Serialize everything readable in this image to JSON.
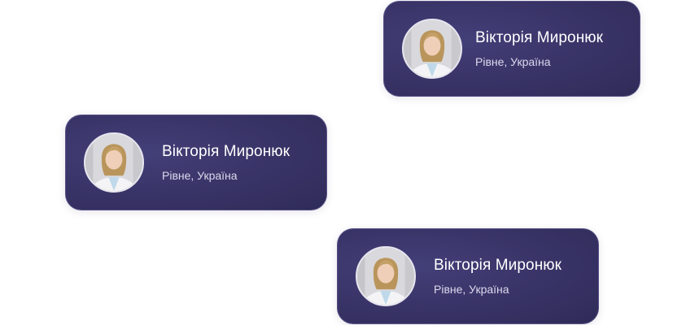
{
  "profiles": [
    {
      "name": "Вікторія Миронюк",
      "location": "Рівне, Україна",
      "avatar_icon": "person-photo"
    },
    {
      "name": "Вікторія Миронюк",
      "location": "Рівне, Україна",
      "avatar_icon": "person-photo"
    },
    {
      "name": "Вікторія Миронюк",
      "location": "Рівне, Україна",
      "avatar_icon": "person-photo"
    }
  ],
  "colors": {
    "card_background": "#3a3569",
    "name_text": "#ffffff",
    "location_text": "#dcd9ee"
  }
}
